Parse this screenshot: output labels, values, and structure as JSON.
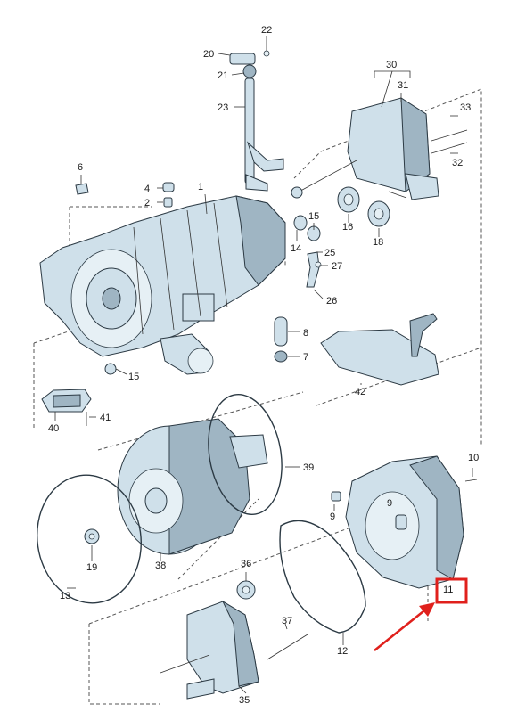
{
  "diagram": {
    "callouts": [
      {
        "id": "1",
        "text": "1"
      },
      {
        "id": "2",
        "text": "2"
      },
      {
        "id": "4",
        "text": "4"
      },
      {
        "id": "6",
        "text": "6"
      },
      {
        "id": "7",
        "text": "7"
      },
      {
        "id": "8",
        "text": "8"
      },
      {
        "id": "9a",
        "text": "9"
      },
      {
        "id": "9b",
        "text": "9"
      },
      {
        "id": "10",
        "text": "10"
      },
      {
        "id": "11",
        "text": "11"
      },
      {
        "id": "12",
        "text": "12"
      },
      {
        "id": "13",
        "text": "13"
      },
      {
        "id": "14",
        "text": "14"
      },
      {
        "id": "15a",
        "text": "15"
      },
      {
        "id": "15b",
        "text": "15"
      },
      {
        "id": "16",
        "text": "16"
      },
      {
        "id": "18",
        "text": "18"
      },
      {
        "id": "19",
        "text": "19"
      },
      {
        "id": "20",
        "text": "20"
      },
      {
        "id": "21",
        "text": "21"
      },
      {
        "id": "22",
        "text": "22"
      },
      {
        "id": "23",
        "text": "23"
      },
      {
        "id": "25",
        "text": "25"
      },
      {
        "id": "26",
        "text": "26"
      },
      {
        "id": "27",
        "text": "27"
      },
      {
        "id": "30",
        "text": "30"
      },
      {
        "id": "31",
        "text": "31"
      },
      {
        "id": "32",
        "text": "32"
      },
      {
        "id": "33",
        "text": "33"
      },
      {
        "id": "35",
        "text": "35"
      },
      {
        "id": "36",
        "text": "36"
      },
      {
        "id": "37",
        "text": "37"
      },
      {
        "id": "38",
        "text": "38"
      },
      {
        "id": "39",
        "text": "39"
      },
      {
        "id": "40",
        "text": "40"
      },
      {
        "id": "41",
        "text": "41"
      },
      {
        "id": "42",
        "text": "42"
      }
    ],
    "highlight": {
      "label_id": "11",
      "color": "#e0201c"
    }
  }
}
